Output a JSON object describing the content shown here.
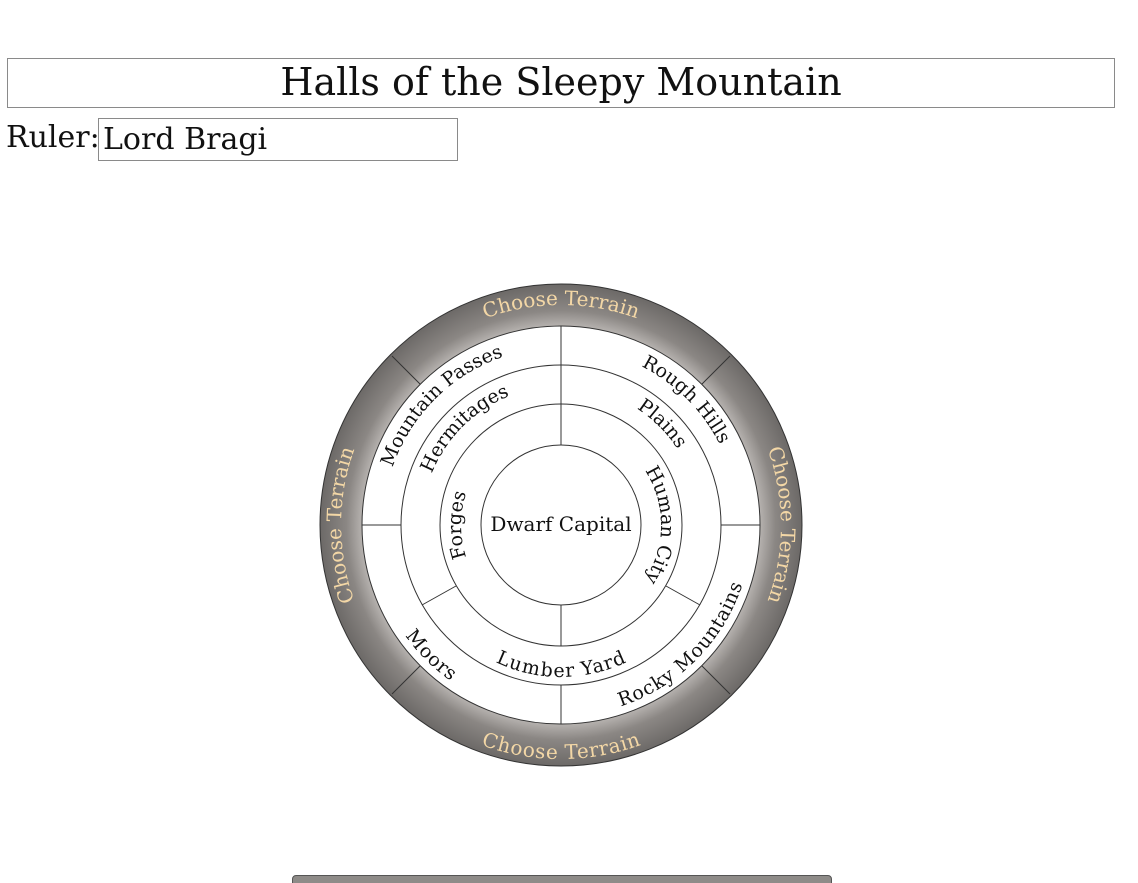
{
  "realm": {
    "title": "Halls of the Sleepy Mountain",
    "ruler_label": "Ruler:",
    "ruler_name": "Lord Bragi"
  },
  "wheel": {
    "terrain_slots": [
      "Choose Terrain",
      "Choose Terrain",
      "Choose Terrain",
      "Choose Terrain"
    ],
    "outer_ring": [
      "Mountain Passes",
      "Rough Hills",
      "Rocky Mountains",
      "Moors"
    ],
    "middle_ring": [
      "Hermitages",
      "Plains",
      "Lumber Yard"
    ],
    "inner_ring": [
      "Forges",
      "Human City"
    ],
    "center": "Dwarf Capital"
  },
  "colors": {
    "terrain_ring": "#7d7a77",
    "terrain_text": "#f3d7a6"
  }
}
